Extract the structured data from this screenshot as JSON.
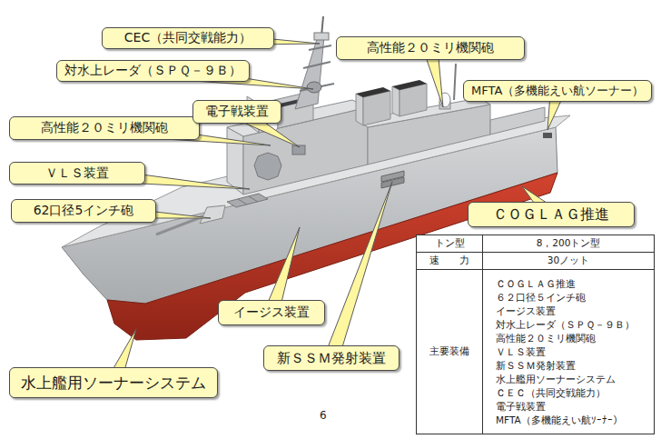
{
  "diagram": {
    "nodes": [
      {
        "text": [
          "CEC（共同交戦能力）"
        ]
      },
      {
        "text": [
          "高性能２０ミリ機関砲"
        ]
      },
      {
        "text": [
          "対水上レーダ（ＳＰＱ－９Ｂ）"
        ]
      },
      {
        "text": [
          "MFTA（多機能えい航ソーナー）"
        ]
      },
      {
        "text": [
          "高性能２０ミリ機関砲"
        ]
      },
      {
        "text": [
          "電子戦装置"
        ]
      },
      {
        "text": [
          "ＶＬＳ装置"
        ]
      },
      {
        "text": [
          "62口径5インチ砲"
        ]
      },
      {
        "text": [
          "ＣＯＧＬＡＧ推進"
        ]
      },
      {
        "text": [
          "イージス装置"
        ]
      },
      {
        "text": [
          "新ＳＳＭ発射装置"
        ]
      },
      {
        "text": [
          "水上艦用ソーナーシステム"
        ]
      }
    ],
    "labels": [
      "トン型",
      "8，200トン型",
      "速　　力",
      "30ノット",
      "主要装備",
      "ＣＯＧＬＡＧ推進",
      "６２口径５インチ砲",
      "イージス装置",
      "対水上レーダ（ＳＰＱ－９Ｂ）",
      "高性能２０ミリ機関砲",
      "ＶＬＳ装置",
      "新ＳＳＭ発射装置",
      "水上艦用ソーナーシステム",
      "ＣＥＣ（共同交戦能力）",
      "電子戦装置",
      "MFTA（多機能えい航ｿｰﾅｰ）",
      "6"
    ]
  }
}
